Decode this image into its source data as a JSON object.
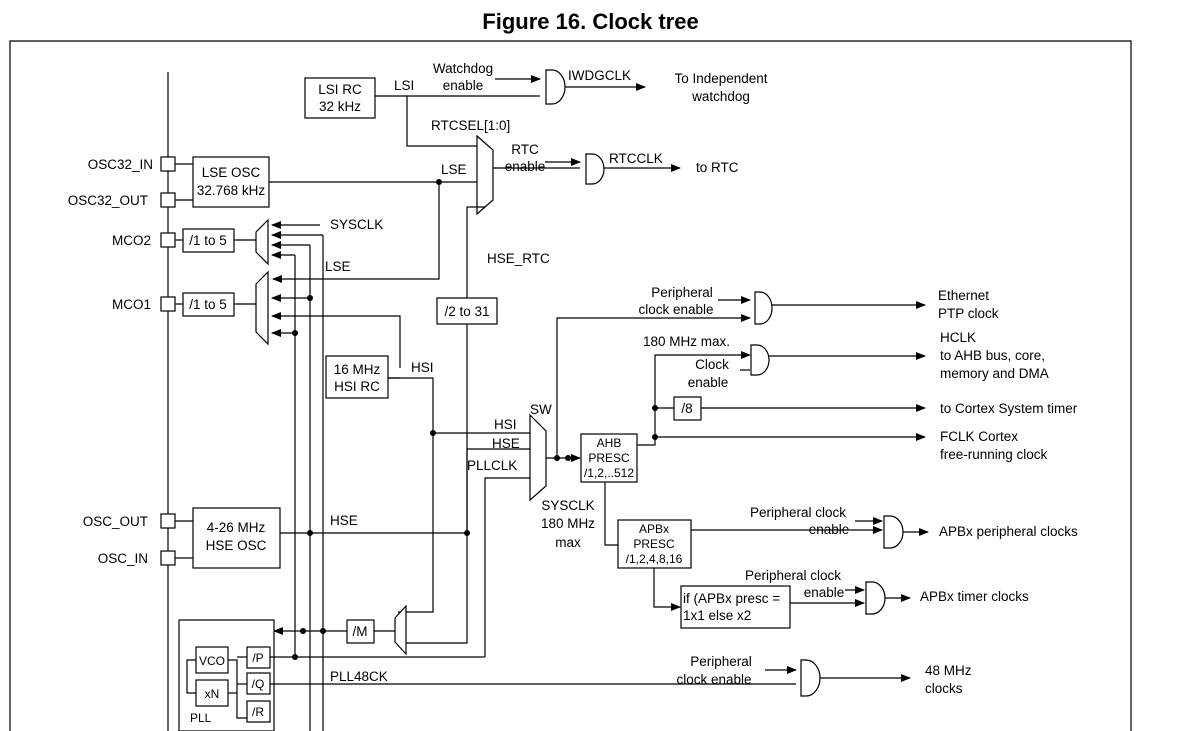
{
  "figure": {
    "title": "Figure 16. Clock tree"
  },
  "diagram": {
    "pins": {
      "osc32_in": "OSC32_IN",
      "osc32_out": "OSC32_OUT",
      "mco2": "MCO2",
      "mco1": "MCO1",
      "osc_out": "OSC_OUT",
      "osc_in": "OSC_IN"
    },
    "blocks": {
      "lsi_rc_line1": "LSI RC",
      "lsi_rc_line2": "32 kHz",
      "lse_osc_line1": "LSE OSC",
      "lse_osc_line2": "32.768 kHz",
      "mco2_div": "/1 to 5",
      "mco1_div": "/1 to 5",
      "hsi_rc_line1": "16 MHz",
      "hsi_rc_line2": "HSI RC",
      "hse_osc_line1": "4-26 MHz",
      "hse_osc_line2": "HSE OSC",
      "rtc_div": "/2 to 31",
      "ahb_line1": "AHB",
      "ahb_line2": "PRESC",
      "ahb_line3": "/1,2,..512",
      "apbx_line1": "APBx",
      "apbx_line2": "PRESC",
      "apbx_line3": "/1,2,4,8,16",
      "div8": "/8",
      "timer_mult_line1": "if (APBx presc =",
      "timer_mult_line2": "1x1 else x2",
      "pll_m": "/M",
      "vco": "VCO",
      "xn": "xN",
      "pll_p": "/P",
      "pll_q": "/Q",
      "pll_r": "/R",
      "pll": "PLL"
    },
    "labels": {
      "lsi": "LSI",
      "watchdog_line1": "Watchdog",
      "watchdog_line2": "enable",
      "iwdgclk": "IWDGCLK",
      "to_iwdg_line1": "To Independent",
      "to_iwdg_line2": "watchdog",
      "rtcsel": "RTCSEL[1:0]",
      "lse_rtc": "LSE",
      "rtc_en_line1": "RTC",
      "rtc_en_line2": "enable",
      "rtcclk": "RTCCLK",
      "to_rtc": "to RTC",
      "sysclk_mco": "SYSCLK",
      "lse_mco": "LSE",
      "hse_rtc": "HSE_RTC",
      "hsi_out": "HSI",
      "hsi_in": "HSI",
      "hse_in": "HSE",
      "pllclk_in": "PLLCLK",
      "sw": "SW",
      "hse_out": "HSE",
      "sysclk_line1": "SYSCLK",
      "sysclk_line2": "180 MHz",
      "sysclk_line3": "max",
      "eth_en_line1": "Peripheral",
      "eth_en_line2": "clock enable",
      "eth_out_line1": "Ethernet",
      "eth_out_line2": "PTP clock",
      "max180": "180 MHz max.",
      "clk_en_line1": "Clock",
      "clk_en_line2": "enable",
      "hclk_line1": "HCLK",
      "hclk_line2": "to AHB bus, core,",
      "hclk_line3": "memory and DMA",
      "cortex_sys": "to Cortex System timer",
      "fclk_line1": "FCLK Cortex",
      "fclk_line2": "free-running clock",
      "apb_en_line1": "Peripheral clock",
      "apb_en_line2": "enable",
      "apb_periph": "APBx peripheral clocks",
      "tim_en_line1": "Peripheral clock",
      "tim_en_line2": "enable",
      "apb_timer": "APBx timer clocks",
      "pll48ck": "PLL48CK",
      "usb_en_line1": "Peripheral",
      "usb_en_line2": "clock enable",
      "usb_out_line1": "48 MHz",
      "usb_out_line2": "clocks"
    }
  }
}
